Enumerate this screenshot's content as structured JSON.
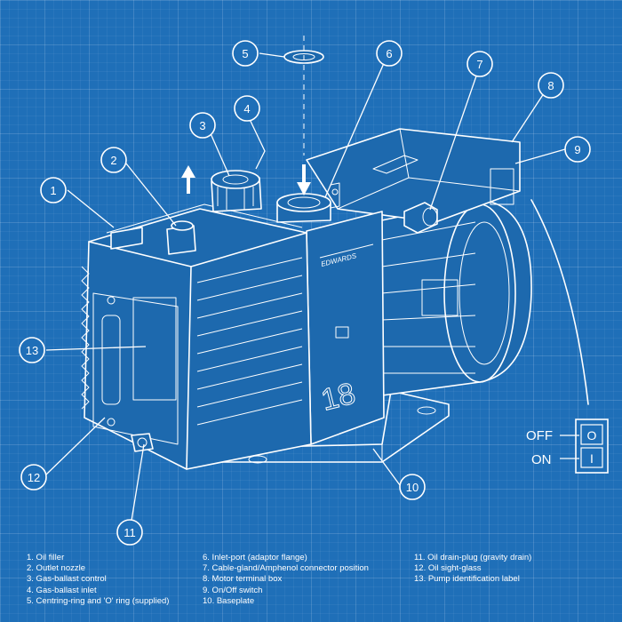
{
  "diagram": {
    "model_number": "18",
    "brand_mark": "EDWARDS",
    "switch": {
      "off_label": "OFF",
      "on_label": "ON",
      "off_symbol": "O",
      "on_symbol": "I"
    },
    "callouts": [
      {
        "num": "1"
      },
      {
        "num": "2"
      },
      {
        "num": "3"
      },
      {
        "num": "4"
      },
      {
        "num": "5"
      },
      {
        "num": "6"
      },
      {
        "num": "7"
      },
      {
        "num": "8"
      },
      {
        "num": "9"
      },
      {
        "num": "10"
      },
      {
        "num": "11"
      },
      {
        "num": "12"
      },
      {
        "num": "13"
      }
    ]
  },
  "legend": {
    "col1": [
      "1. Oil filler",
      "2. Outlet nozzle",
      "3. Gas-ballast control",
      "4. Gas-ballast inlet",
      "5. Centring-ring and 'O' ring (supplied)"
    ],
    "col2": [
      "6. Inlet-port (adaptor flange)",
      "7. Cable-gland/Amphenol connector position",
      "8. Motor terminal box",
      "9. On/Off switch",
      "10. Baseplate"
    ],
    "col3": [
      "11. Oil drain-plug (gravity drain)",
      "12. Oil sight-glass",
      "13. Pump identification label"
    ]
  },
  "colors": {
    "background": "#1f6fb8",
    "line": "#ffffff"
  },
  "icons": [
    "up-arrow-icon",
    "down-arrow-icon",
    "switch-icon"
  ]
}
